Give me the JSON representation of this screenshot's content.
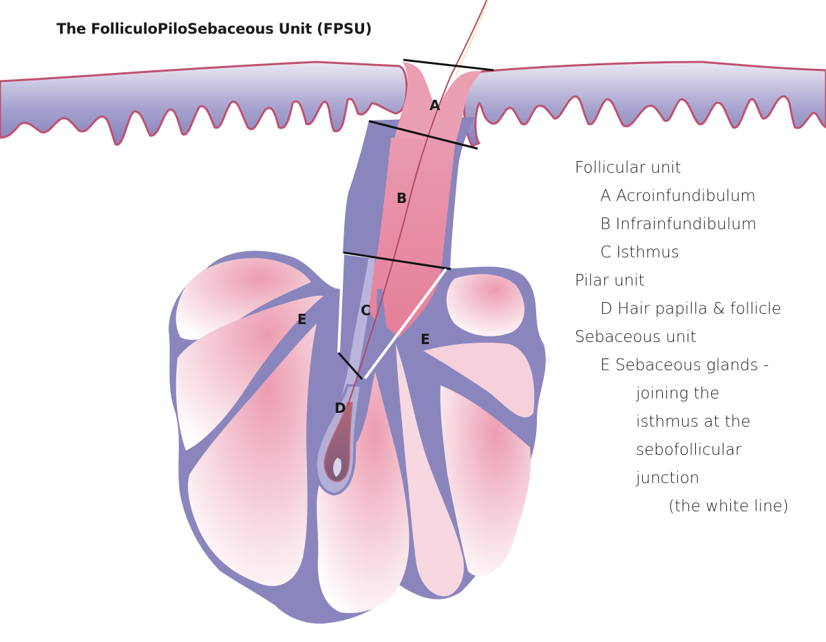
{
  "title": "The FolliculoPiloSebaceous Unit (FPSU)",
  "diagram_labels": {
    "A": "A",
    "B": "B",
    "C": "C",
    "D": "D",
    "E_left": "E",
    "E_right": "E"
  },
  "legend": [
    {
      "text": "Follicular unit",
      "level": 0
    },
    {
      "text": "A Acroinfundibulum",
      "level": 1
    },
    {
      "text": "B Infrainfundibulum",
      "level": 1
    },
    {
      "text": "C Isthmus",
      "level": 1
    },
    {
      "text": "Pilar unit",
      "level": 0
    },
    {
      "text": "D Hair papilla & follicle",
      "level": 1
    },
    {
      "text": "Sebaceous unit",
      "level": 0
    },
    {
      "text": "E Sebaceous glands -",
      "level": 1
    },
    {
      "text": "joining the",
      "level": 2
    },
    {
      "text": "isthmus at the",
      "level": 2
    },
    {
      "text": "sebofollicular",
      "level": 2
    },
    {
      "text": "junction",
      "level": 2
    },
    {
      "text": "(the white line)",
      "level": 3
    }
  ],
  "colors": {
    "epidermis_purple": "#8a86bd",
    "epidermis_light": "#e4e2f0",
    "skin_edge_pink": "#c0506e",
    "follicle_pink": "#e8889e",
    "gland_pink": "#f3c6d2",
    "boundary_black": "#111111",
    "junction_white": "#ffffff"
  }
}
